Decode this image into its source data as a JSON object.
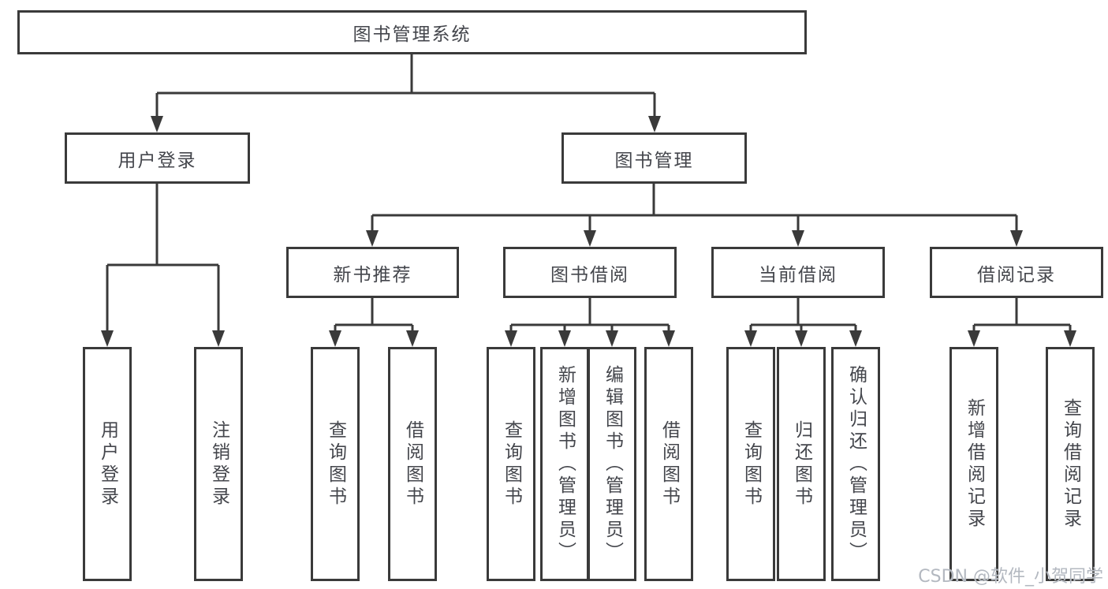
{
  "diagram": {
    "root": {
      "label": "图书管理系统"
    },
    "level2": [
      {
        "label": "用户登录"
      },
      {
        "label": "图书管理"
      }
    ],
    "level3": [
      {
        "label": "新书推荐"
      },
      {
        "label": "图书借阅"
      },
      {
        "label": "当前借阅"
      },
      {
        "label": "借阅记录"
      }
    ],
    "leaves": [
      {
        "label": "用户登录"
      },
      {
        "label": "注销登录"
      },
      {
        "label": "查询图书"
      },
      {
        "label": "借阅图书"
      },
      {
        "label": "查询图书"
      },
      {
        "label": "新增图书（管理员）"
      },
      {
        "label": "编辑图书（管理员）"
      },
      {
        "label": "借阅图书"
      },
      {
        "label": "查询图书"
      },
      {
        "label": "归还图书"
      },
      {
        "label": "确认归还（管理员）"
      },
      {
        "label": "新增借阅记录"
      },
      {
        "label": "查询借阅记录"
      }
    ]
  },
  "watermark": {
    "text": "CSDN @软件_小贺同学"
  },
  "colors": {
    "line": "#3a3a3a",
    "box_border": "#3a3a3a",
    "text": "#44464c",
    "background": "#ffffff",
    "watermark": "#afb4bd"
  }
}
